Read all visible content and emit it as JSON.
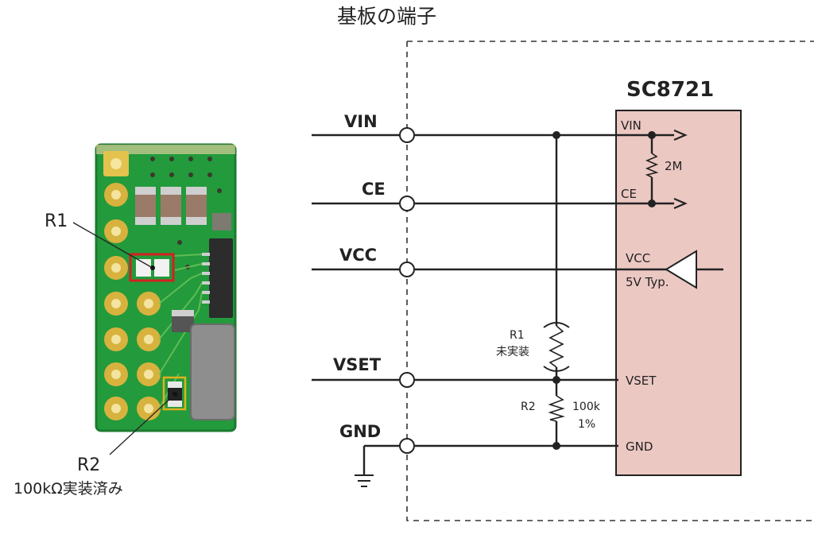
{
  "board_label": "基板の端子",
  "chip": {
    "name": "SC8721",
    "pins": {
      "vin": "VIN",
      "ce": "CE",
      "vcc": "VCC",
      "vcc_note": "5V Typ.",
      "vset": "VSET",
      "gnd": "GND"
    },
    "internal_resistor": "2M",
    "fill_color": "#ecc8c3"
  },
  "terminals": [
    "VIN",
    "CE",
    "VCC",
    "VSET",
    "GND"
  ],
  "r1": {
    "name": "R1",
    "note": "未実装"
  },
  "r2": {
    "name": "R2",
    "value": "100k",
    "tolerance": "1%"
  },
  "photo": {
    "r1_callout": "R1",
    "r2_callout": "R2",
    "r2_note": "100kΩ実装済み",
    "r1_highlight_color": "#d42020",
    "r2_highlight_color": "#e0b020"
  }
}
